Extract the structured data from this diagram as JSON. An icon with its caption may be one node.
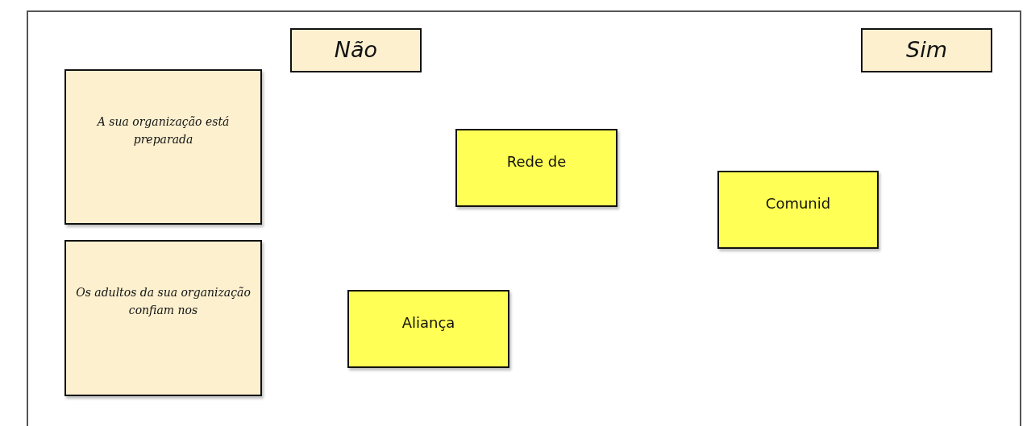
{
  "diagram": {
    "nodes": [
      {
        "text": [
          "Não"
        ]
      },
      {
        "text": [
          "Sim"
        ]
      },
      {
        "text": [
          "A sua organização está preparada"
        ]
      },
      {
        "text": [
          "Os adultos da sua organização confiam nos"
        ]
      },
      {
        "text": [
          "Rede de"
        ]
      },
      {
        "text": [
          "Comunid"
        ]
      },
      {
        "text": [
          "Aliança"
        ]
      }
    ]
  }
}
